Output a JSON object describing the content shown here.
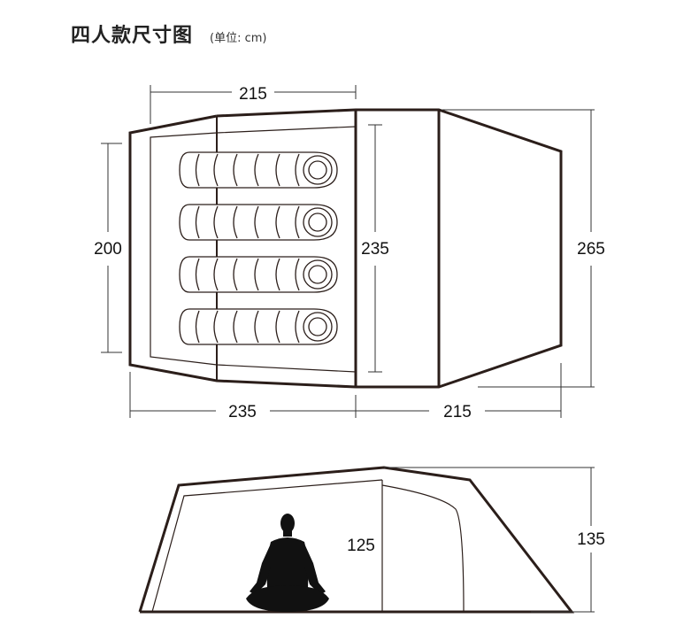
{
  "header": {
    "title": "四人款尺寸图",
    "unit": "(单位: cm)"
  },
  "top_view": {
    "inner_width_top": "215",
    "inner_depth_left": "200",
    "bedroom_depth": "235",
    "total_depth_right": "265",
    "bottom_bedroom_width": "235",
    "bottom_vestibule_width": "215"
  },
  "side_view": {
    "inner_height": "125",
    "total_height": "135"
  },
  "colors": {
    "outline": "#2b1e1a",
    "dim_line": "#333333"
  }
}
